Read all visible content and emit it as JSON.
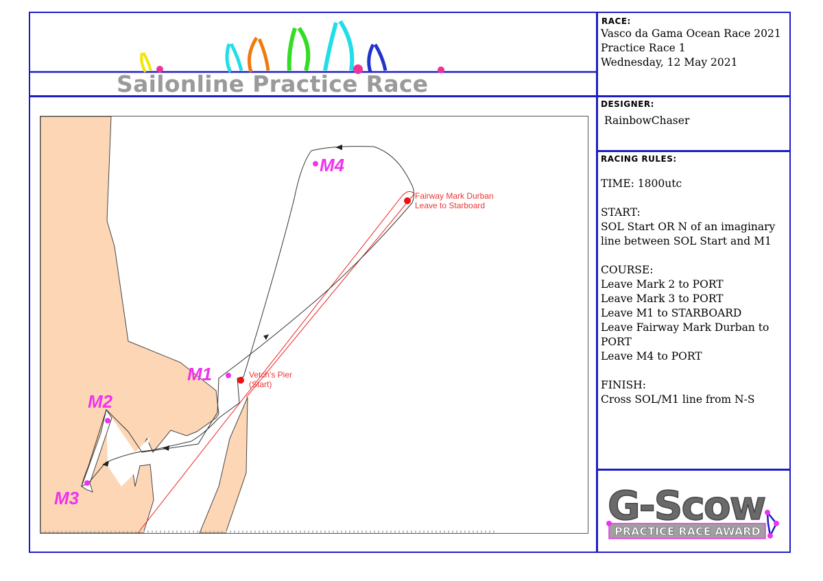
{
  "banner": {
    "title": "Sailonline Practice Race"
  },
  "race": {
    "label": "RACE:",
    "lines": [
      "Vasco da Gama Ocean Race 2021",
      "Practice Race 1",
      "Wednesday, 12 May 2021"
    ]
  },
  "designer": {
    "label": "DESIGNER:",
    "name": "RainbowChaser"
  },
  "rules": {
    "label": "RACING RULES:",
    "lines": [
      "TIME: 1800utc",
      "",
      "START:",
      "SOL Start OR N of an imaginary",
      "line between SOL Start and M1",
      "",
      "COURSE:",
      "Leave Mark 2 to PORT",
      "Leave Mark 3 to PORT",
      "Leave M1 to STARBOARD",
      "Leave Fairway Mark Durban to",
      "PORT",
      "Leave M4 to PORT",
      "",
      "FINISH:",
      "Cross SOL/M1 line from N-S"
    ]
  },
  "map": {
    "marks": {
      "m1": "M1",
      "m2": "M2",
      "m3": "M3",
      "m4": "M4"
    },
    "fairway_line1": "Fairway Mark Durban",
    "fairway_line2": "Leave to Starboard",
    "pier_line1": "Vetch's Pier",
    "pier_line2": "(Start)",
    "colors": {
      "land": "#fdd7b5",
      "mark": "#ee33ee",
      "route": "#ee2222",
      "track": "#222222"
    }
  },
  "logo": {
    "main": "G-Scow",
    "sub": "PRACTICE RACE AWARD"
  }
}
